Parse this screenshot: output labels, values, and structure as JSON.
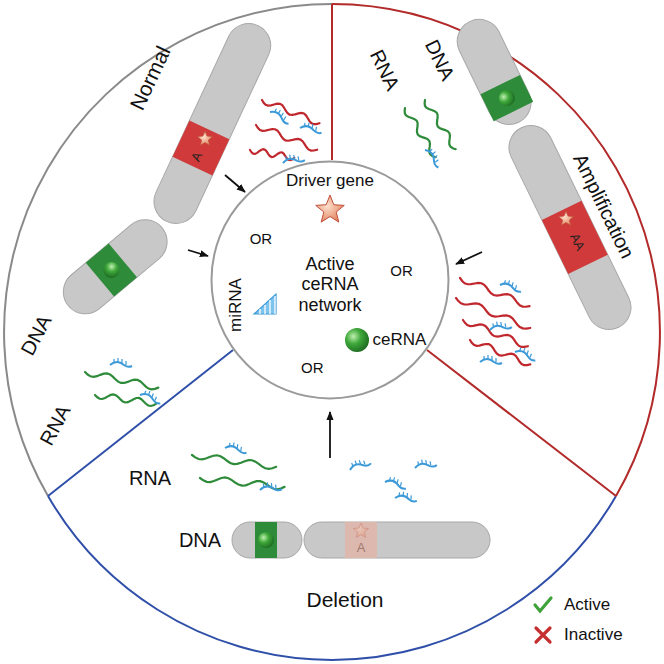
{
  "diagram": {
    "nodes": [
      {
        "text": [
          "Active ceRNA network"
        ]
      },
      {
        "text": [
          "Driver gene"
        ],
        "in": 0
      },
      {
        "text": [
          "miRNA"
        ],
        "in": 0
      },
      {
        "text": [
          "ceRNA"
        ],
        "in": 0
      }
    ],
    "edges": [
      {
        "from": 2,
        "to": 1,
        "arrow": "to",
        "label": "OR"
      },
      {
        "from": 1,
        "to": 3,
        "arrow": "to",
        "label": "OR"
      },
      {
        "from": 2,
        "to": 3,
        "arrow": "to",
        "label": "OR"
      }
    ],
    "labels": [
      "Normal",
      "A",
      "DNA",
      "RNA",
      "DNA",
      "RNA",
      "Amplification",
      "AA",
      "RNA",
      "DNA",
      "A",
      "Deletion"
    ],
    "legend": [
      {
        "text": "Active"
      },
      {
        "text": "Inactive"
      }
    ]
  }
}
